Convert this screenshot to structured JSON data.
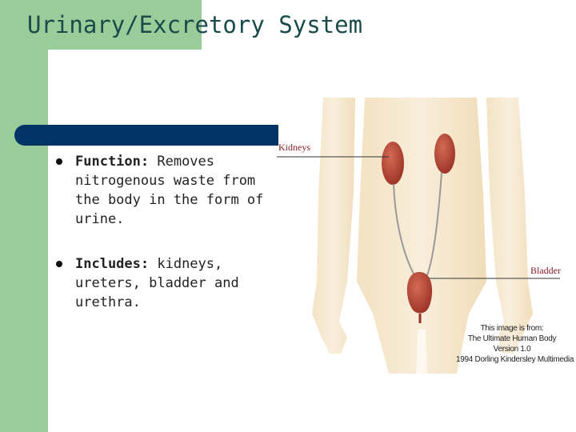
{
  "slide": {
    "title": "Urinary/Excretory System",
    "bullets": [
      {
        "label": "Function:",
        "text": " Removes nitrogenous waste from the body in the form of urine."
      },
      {
        "label": "Includes:",
        "text": " kidneys, ureters, bladder and urethra."
      }
    ]
  },
  "figure": {
    "labels": {
      "kidneys": "Kidneys",
      "bladder": "Bladder"
    },
    "credit": [
      "This image is from:",
      "The Ultimate Human Body",
      "Version 1.0",
      "1994 Dorling Kindersley Multimedia"
    ]
  },
  "colors": {
    "accent_green": "#99cc99",
    "bar_navy": "#003366",
    "title": "#1a4a4a",
    "organ": "#b84a3a"
  }
}
